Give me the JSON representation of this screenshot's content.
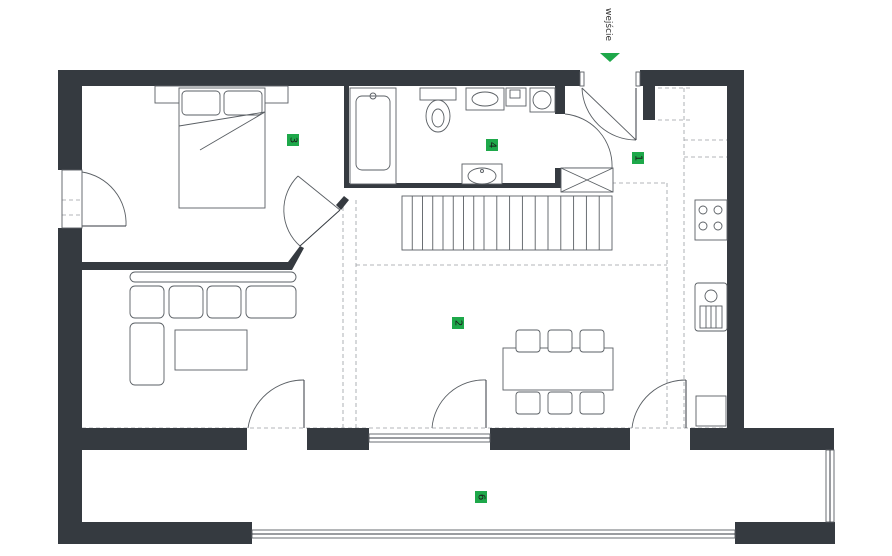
{
  "entry": {
    "label": "wejście",
    "arrow_color": "#1ea84a"
  },
  "rooms": [
    {
      "id": "1",
      "label": "1"
    },
    {
      "id": "2",
      "label": "2"
    },
    {
      "id": "3",
      "label": "3"
    },
    {
      "id": "4",
      "label": "4"
    },
    {
      "id": "6",
      "label": "6"
    }
  ],
  "colors": {
    "wall": "#353a40",
    "tag": "#1ea84a"
  }
}
